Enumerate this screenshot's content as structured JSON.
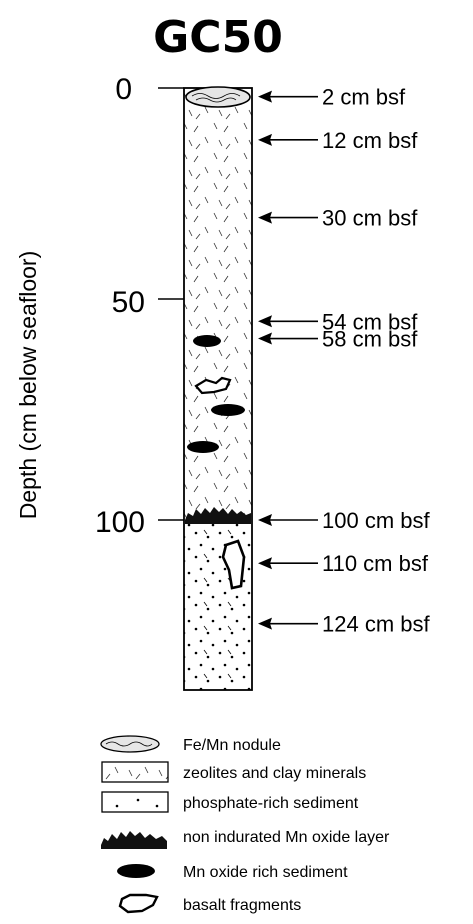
{
  "title": "GC50",
  "ylabel": "Depth (cm below seafloor)",
  "depth_ticks": [
    "0",
    "50",
    "100"
  ],
  "markers": [
    {
      "depth": 2,
      "label": "2 cm bsf"
    },
    {
      "depth": 12,
      "label": "12 cm bsf"
    },
    {
      "depth": 30,
      "label": "30 cm bsf"
    },
    {
      "depth": 54,
      "label": "54 cm bsf"
    },
    {
      "depth": 58,
      "label": "58 cm bsf"
    },
    {
      "depth": 100,
      "label": "100 cm bsf"
    },
    {
      "depth": 110,
      "label": "110 cm bsf"
    },
    {
      "depth": 124,
      "label": "124 cm bsf"
    }
  ],
  "legend": [
    {
      "symbol": "nodule-symbol",
      "label": "Fe/Mn nodule"
    },
    {
      "symbol": "zeolite-symbol",
      "label": "zeolites and clay minerals"
    },
    {
      "symbol": "phosphate-symbol",
      "label": "phosphate-rich sediment"
    },
    {
      "symbol": "mn-layer-symbol",
      "label": "non indurated Mn oxide layer"
    },
    {
      "symbol": "mn-blob-symbol",
      "label": "Mn oxide rich sediment"
    },
    {
      "symbol": "basalt-symbol",
      "label": "basalt fragments"
    }
  ]
}
